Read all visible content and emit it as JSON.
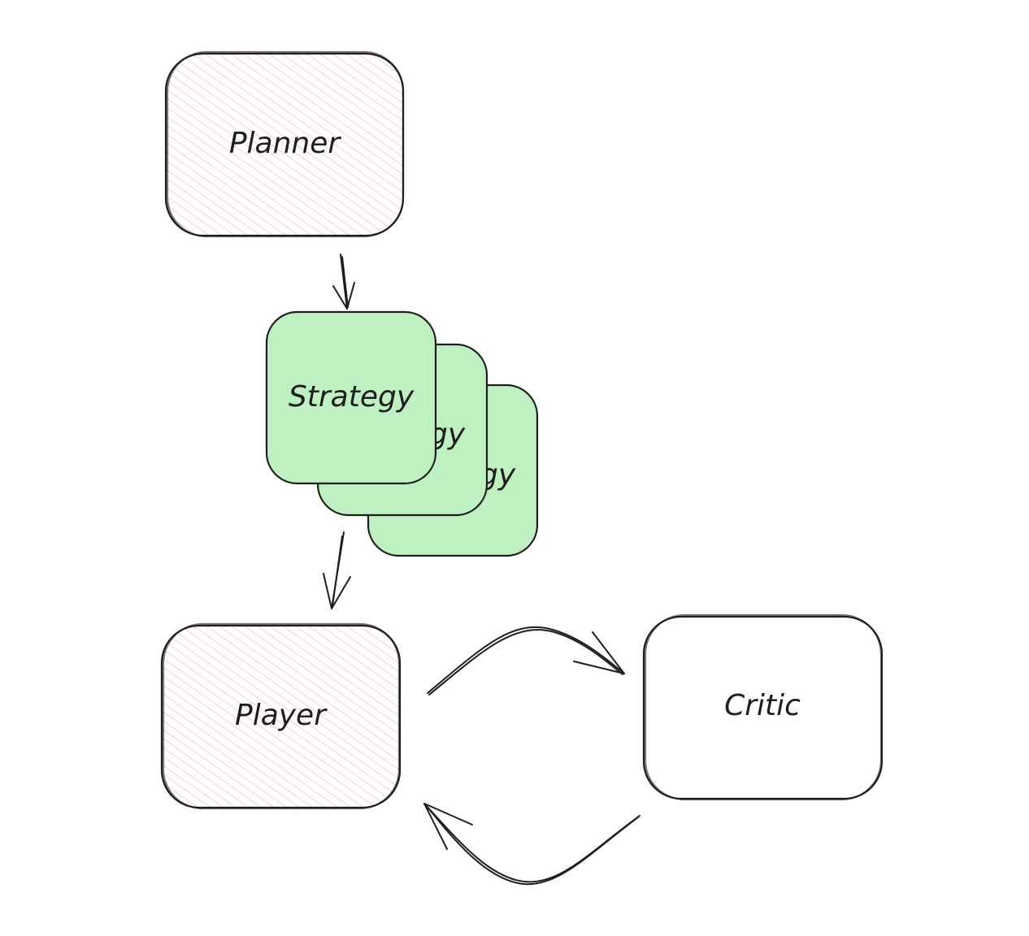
{
  "diagram": {
    "colors": {
      "stroke": "#1e1e1e",
      "hatch_pink": "#f3b6c3",
      "strategy_fill": "#bff0c1",
      "background": "#ffffff"
    },
    "nodes": {
      "planner": {
        "label": "Planner"
      },
      "strategy_back2": {
        "label": "Strategy"
      },
      "strategy_back1": {
        "label": "Strategy"
      },
      "strategy_front": {
        "label": "Strategy"
      },
      "player": {
        "label": "Player"
      },
      "critic": {
        "label": "Critic"
      }
    },
    "edges": [
      {
        "from": "Planner",
        "to": "Strategy"
      },
      {
        "from": "Strategy",
        "to": "Player"
      },
      {
        "from": "Player",
        "to": "Critic"
      },
      {
        "from": "Critic",
        "to": "Player"
      }
    ]
  }
}
